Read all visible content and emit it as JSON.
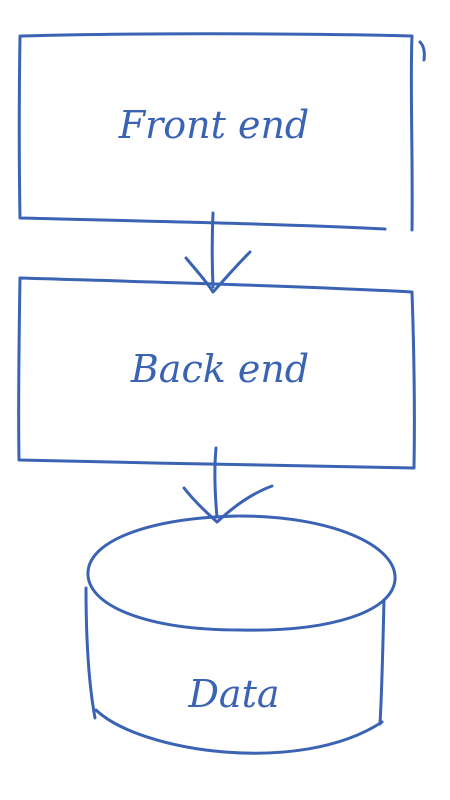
{
  "diagram": {
    "stroke_color": "#3a63b4",
    "nodes": [
      {
        "id": "front-end",
        "label": "Front end",
        "shape": "rectangle"
      },
      {
        "id": "back-end",
        "label": "Back end",
        "shape": "rectangle"
      },
      {
        "id": "data",
        "label": "Data",
        "shape": "cylinder"
      }
    ],
    "edges": [
      {
        "from": "front-end",
        "to": "back-end",
        "direction": "down"
      },
      {
        "from": "back-end",
        "to": "data",
        "direction": "down"
      }
    ]
  }
}
